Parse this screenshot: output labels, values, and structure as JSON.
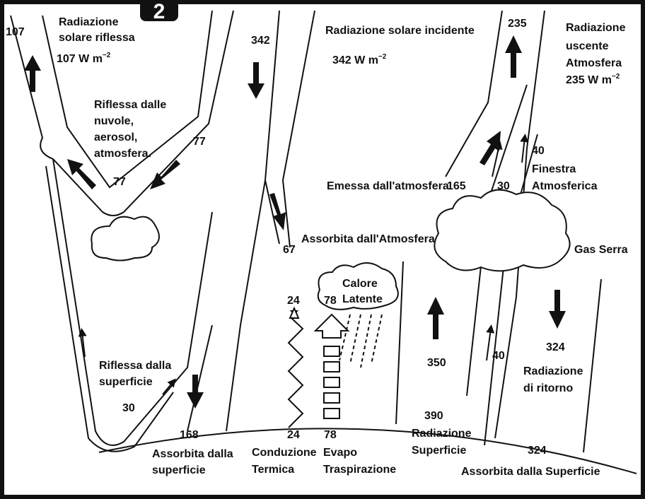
{
  "badge": "2",
  "reflected_solar": {
    "value": "107",
    "line1": "Radiazione",
    "line2": "solare riflessa",
    "flux": "107 W m",
    "exp": "−2"
  },
  "incoming_solar": {
    "value": "342",
    "line1": "Radiazione solare incidente",
    "flux": "342 W m",
    "exp": "−2"
  },
  "outgoing": {
    "value": "235",
    "line1": "Radiazione",
    "line2": "uscente",
    "line3": "Atmosfera",
    "flux": "235 W m",
    "exp": "−2"
  },
  "clouds_reflect": {
    "line1": "Riflessa dalle",
    "line2": "nuvole,",
    "line3": "aerosol,",
    "line4": "atmosfera.",
    "value_a": "77",
    "value_b": "77"
  },
  "emitted_atm": {
    "label": "Emessa dall'atmosfera",
    "value": "165",
    "value_b": "30"
  },
  "window": {
    "value": "40",
    "line1": "Finestra",
    "line2": "Atmosferica",
    "value_b": "40"
  },
  "absorbed_atm": {
    "value": "67",
    "label": "Assorbita dall'Atmosfera"
  },
  "greenhouse": {
    "label": "Gas Serra"
  },
  "latent": {
    "line1": "Calore",
    "line2": "Latente",
    "value": "78",
    "value_b": "78",
    "label1": "Evapo",
    "label2": "Traspirazione"
  },
  "thermal": {
    "value": "24",
    "value_b": "24",
    "label1": "Conduzione",
    "label2": "Termica"
  },
  "surface_reflect": {
    "line1": "Riflessa dalla",
    "line2": "superficie",
    "value": "30"
  },
  "absorbed_surface": {
    "value": "168",
    "label1": "Assorbita dalla",
    "label2": "superficie"
  },
  "surface_rad": {
    "value_a": "350",
    "value_b": "390",
    "label1": "Radiazione",
    "label2": "Superficie"
  },
  "back_rad": {
    "value": "324",
    "label1": "Radiazione",
    "label2": "di ritorno"
  },
  "absorbed_by_surface": {
    "value": "324",
    "label": "Assorbita dalla Superficie"
  }
}
